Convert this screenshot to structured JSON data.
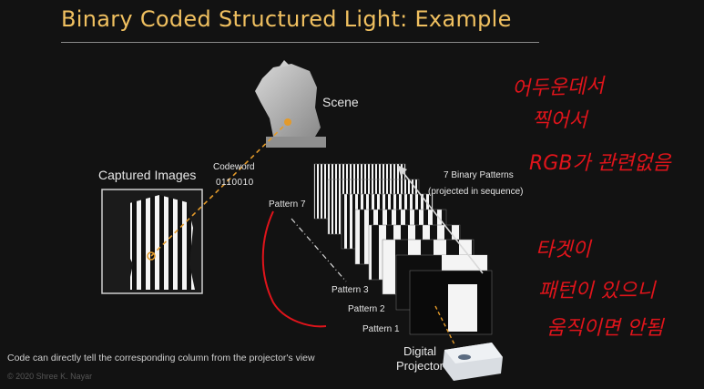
{
  "slide": {
    "title": "Binary Coded Structured Light: Example",
    "scene_label": "Scene",
    "captured_label": "Captured Images",
    "codeword_label": "Codeword",
    "codeword_value": "0110010",
    "patterns_label": "7 Binary Patterns",
    "patterns_sub": "(projected in sequence)",
    "pattern_labels": {
      "p7": "Pattern 7",
      "p3": "Pattern 3",
      "p2": "Pattern 2",
      "p1": "Pattern 1"
    },
    "projector_label": "Digital Projector",
    "footer": "Code can directly tell the corresponding column from the projector's view",
    "copyright": "© 2020 Shree K. Nayar"
  },
  "handwritten_notes": [
    "어두운데서",
    "찍어서",
    "RGB가 관련없음",
    "타겟이",
    "패턴이 있으니",
    "움직이면 안됨"
  ],
  "colors": {
    "title": "#f0c060",
    "annotation": "#e0141b",
    "codeword_line": "#e39a2a",
    "background": "#121212"
  }
}
